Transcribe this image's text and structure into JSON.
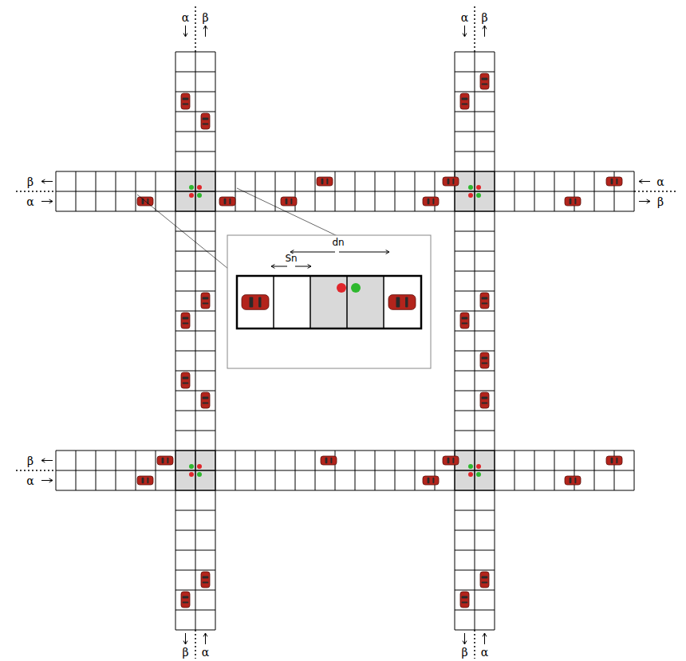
{
  "diagram": {
    "labels": [
      "α",
      "β",
      "α",
      "β",
      "β",
      "α",
      "α",
      "β",
      "β",
      "α",
      "β",
      "α",
      "β",
      "α",
      "dn",
      "Sn"
    ]
  }
}
